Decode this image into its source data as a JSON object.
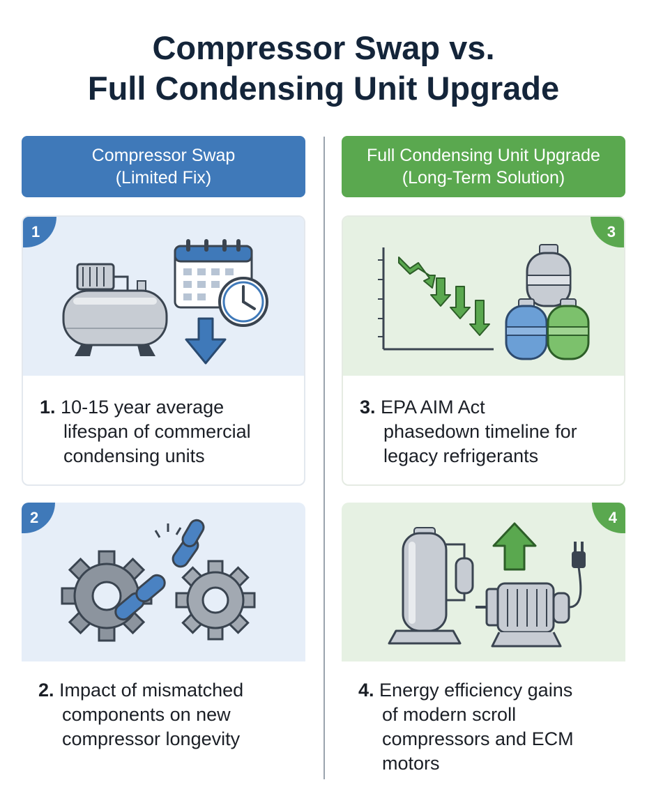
{
  "title": {
    "line1": "Compressor Swap vs.",
    "line2": "Full Condensing Unit Upgrade"
  },
  "left_header": {
    "line1": "Compressor Swap",
    "line2": "(Limited Fix)"
  },
  "right_header": {
    "line1": "Full Condensing Unit Upgrade",
    "line2": "(Long-Term Solution)"
  },
  "cards": [
    {
      "badge": "1",
      "number": "1.",
      "lines": [
        "10-15 year average",
        "lifespan of commercial",
        "condensing units"
      ]
    },
    {
      "badge": "2",
      "number": "2.",
      "lines": [
        "Impact of mismatched",
        "components on new",
        "compressor longevity"
      ]
    },
    {
      "badge": "3",
      "number": "3.",
      "lines": [
        "EPA AIM Act",
        "phasedown timeline for",
        "legacy refrigerants"
      ]
    },
    {
      "badge": "4",
      "number": "4.",
      "lines": [
        "Energy efficiency gains",
        "of modern scroll",
        "compressors and ECM",
        "motors"
      ]
    }
  ],
  "colors": {
    "title": "#14253a",
    "blue_accent": "#3f79b9",
    "green_accent": "#5aa84f",
    "blue_panel": "#e6eef8",
    "green_panel": "#e6f1e3"
  },
  "icons": {
    "card1": [
      "air-compressor-tank-icon",
      "calendar-icon",
      "clock-icon",
      "down-arrow-icon"
    ],
    "card2": [
      "gear-icon",
      "broken-chain-icon",
      "gear-icon"
    ],
    "card3": [
      "declining-chart-icon",
      "refrigerant-cylinder-icon"
    ],
    "card4": [
      "scroll-compressor-icon",
      "up-arrow-icon",
      "motor-icon",
      "power-plug-icon"
    ]
  }
}
